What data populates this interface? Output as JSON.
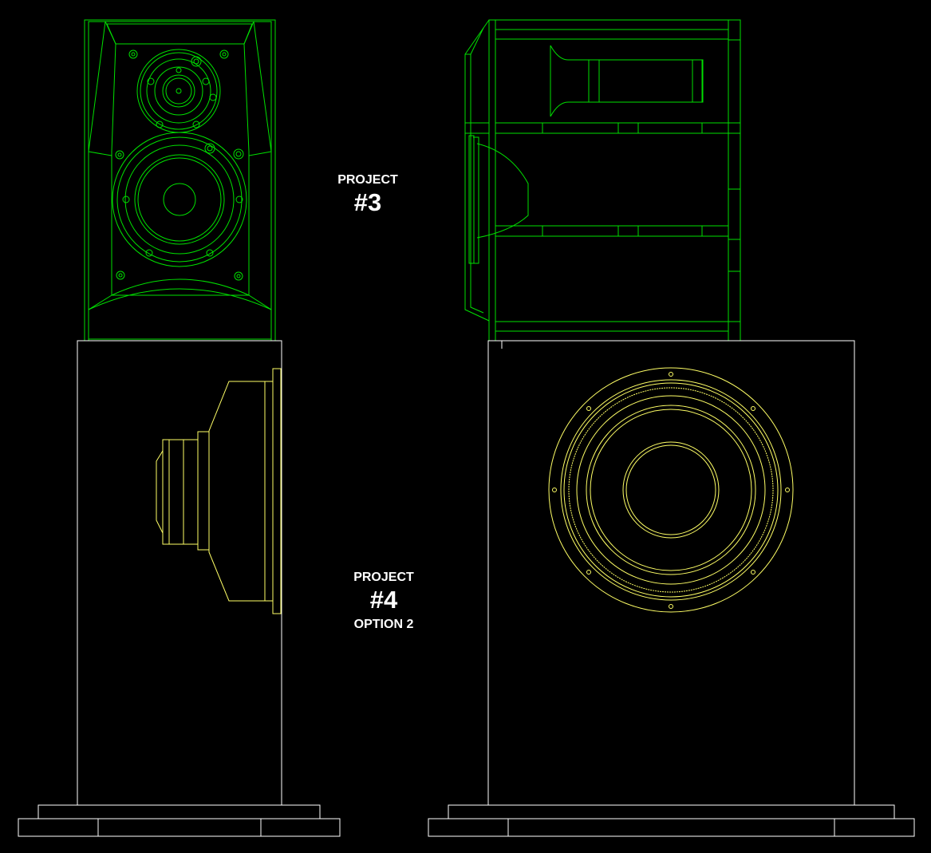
{
  "labels": {
    "project3": {
      "line1": "PROJECT",
      "line2": "#3"
    },
    "project4": {
      "line1": "PROJECT",
      "line2": "#4",
      "line3": "OPTION 2"
    }
  },
  "colors": {
    "background": "#000000",
    "monitor_lines": "#00e000",
    "subwoofer_lines": "#ffffff",
    "driver_lines": "#ffff66",
    "text": "#ffffff"
  }
}
